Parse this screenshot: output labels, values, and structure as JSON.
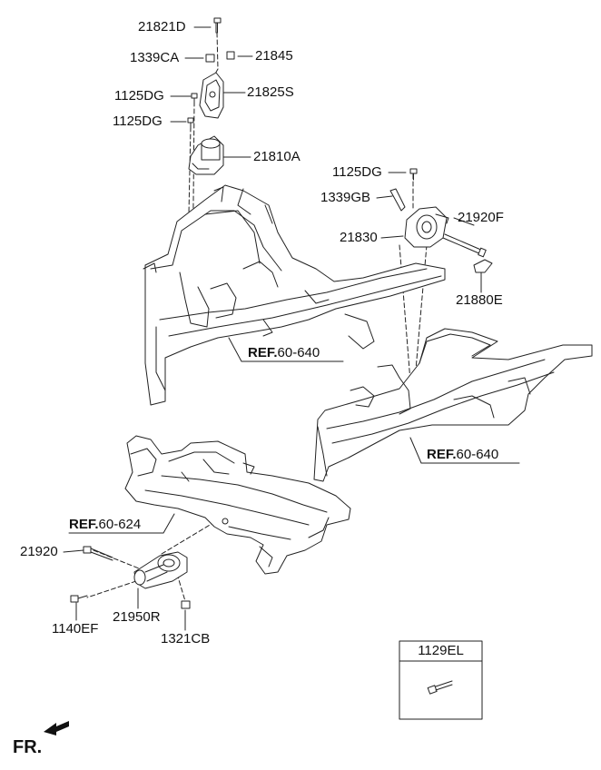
{
  "labels": {
    "p21821D": "21821D",
    "p1339CA": "1339CA",
    "p21845": "21845",
    "p1125DG_a": "1125DG",
    "p21825S": "21825S",
    "p1125DG_b": "1125DG",
    "p21810A": "21810A",
    "p1125DG_c": "1125DG",
    "p1339GB": "1339GB",
    "p21920F": "21920F",
    "p21830": "21830",
    "p21880E": "21880E",
    "p21920": "21920",
    "p1140EF": "1140EF",
    "p21950R": "21950R",
    "p1321CB": "1321CB"
  },
  "refs": {
    "ref1_prefix": "REF.",
    "ref1_num": "60-640",
    "ref2_prefix": "REF.",
    "ref2_num": "60-640",
    "ref3_prefix": "REF.",
    "ref3_num": "60-624"
  },
  "inset": {
    "label": "1129EL"
  },
  "direction": {
    "label": "FR."
  },
  "colors": {
    "line": "#222222",
    "fill": "#ffffff",
    "shade": "#e4e4e4"
  },
  "icons": [
    "bolt-icon",
    "front-arrow-icon"
  ]
}
